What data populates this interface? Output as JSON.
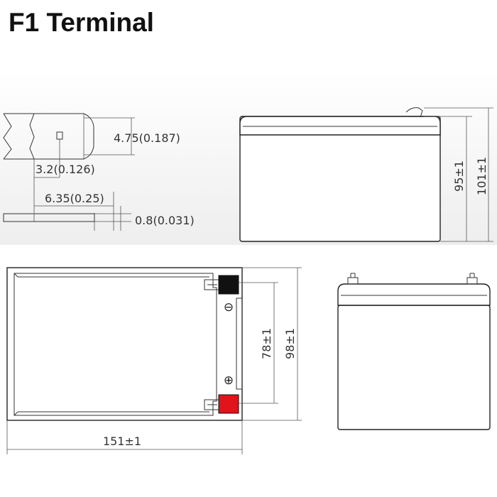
{
  "title": "F1 Terminal",
  "terminal_detail": {
    "width_label": "4.75(0.187)",
    "hole_label": "3.2(0.126)",
    "length_label": "6.35(0.25)",
    "thickness_label": "0.8(0.031)"
  },
  "side_view": {
    "height_label": "95±1",
    "total_height_label": "101±1"
  },
  "top_view": {
    "terminal_spacing_label": "78±1",
    "width_label": "98±1",
    "length_label": "151±1",
    "negative_symbol": "⊖",
    "positive_symbol": "⊕",
    "negative_color": "#111111",
    "positive_color": "#e0141b"
  }
}
